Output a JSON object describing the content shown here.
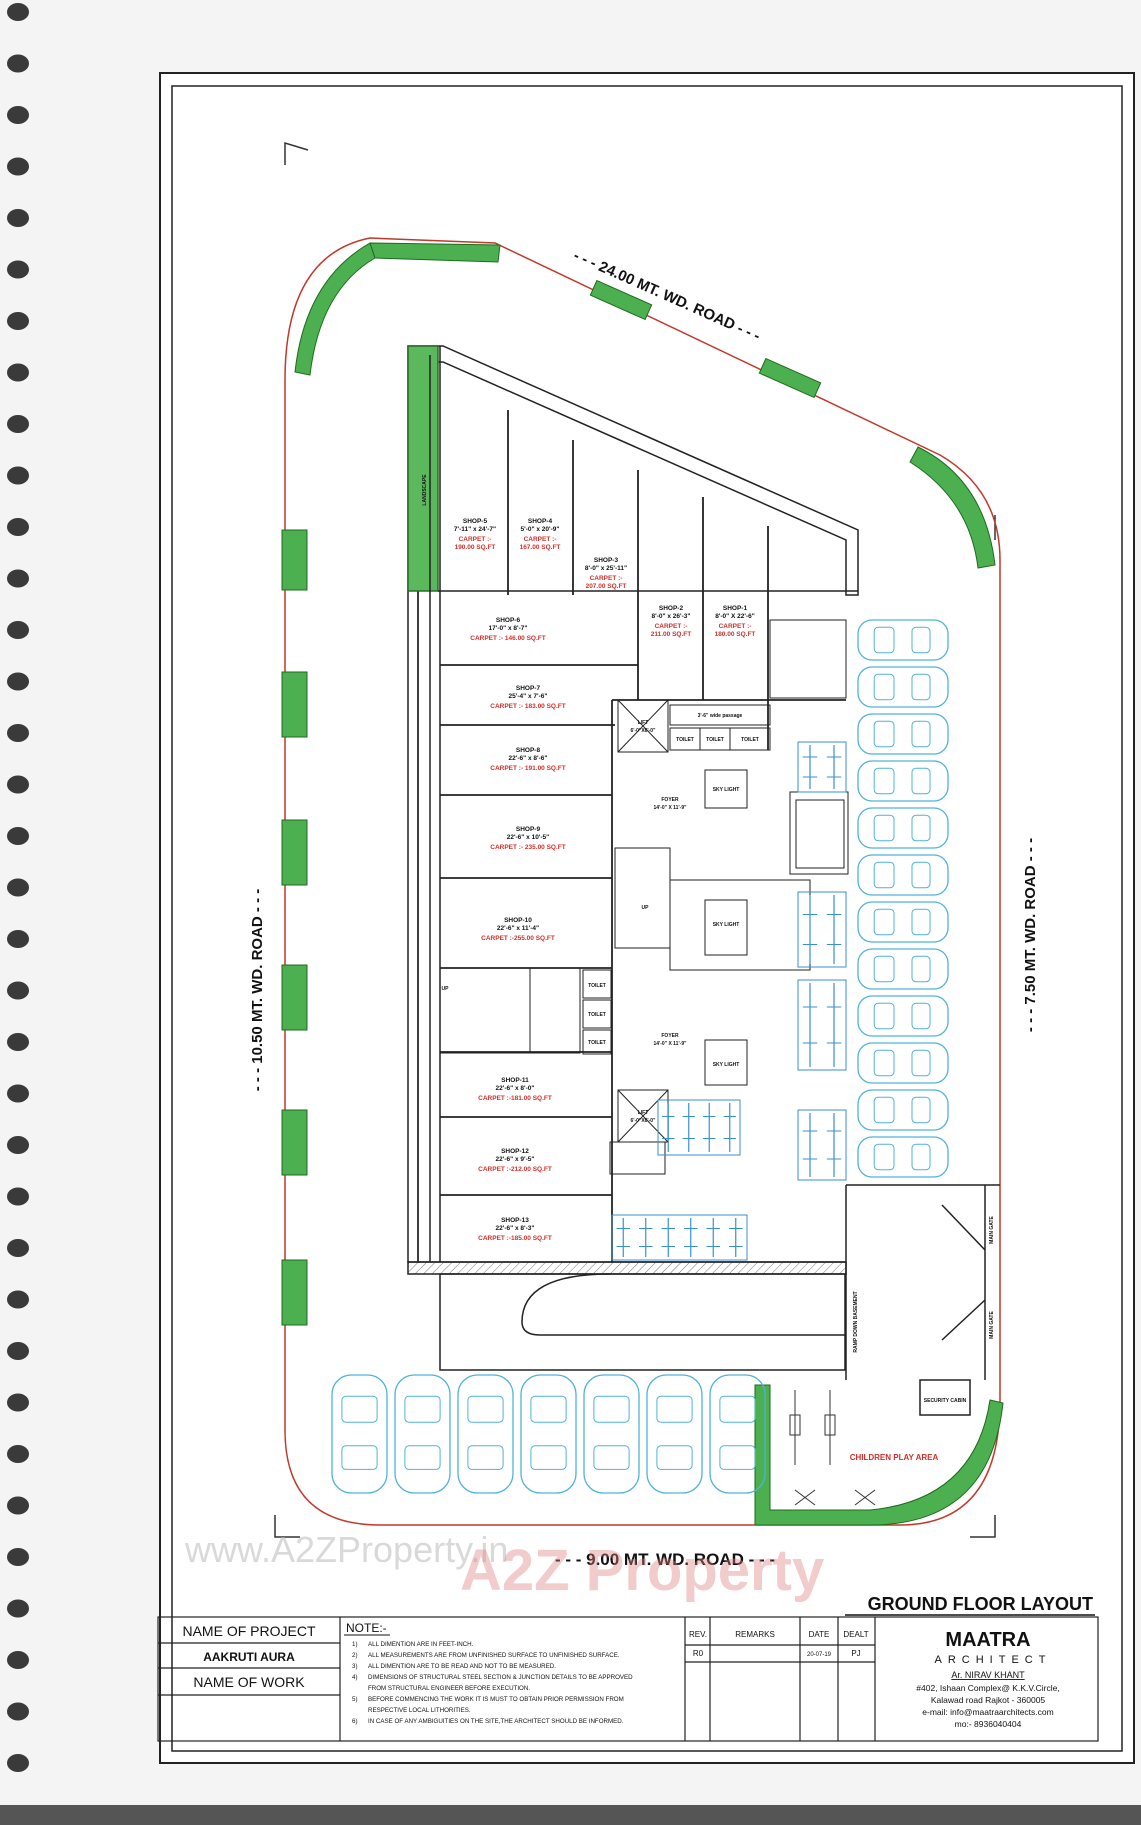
{
  "roads": {
    "top": "- - - 24.00 MT. WD. ROAD - - -",
    "left": "- - - 10.50 MT. WD. ROAD - - -",
    "right": "- - - 7.50 MT. WD. ROAD - - -",
    "bottom": "- - - 9.00 MT. WD. ROAD - - -"
  },
  "shops": [
    {
      "name": "SHOP-5",
      "size": "7'-11\" x 24'-7\"",
      "carpet": "CARPET :-",
      "area": "190.00 SQ.FT"
    },
    {
      "name": "SHOP-4",
      "size": "5'-0\" x 20'-9\"",
      "carpet": "CARPET :-",
      "area": "167.00 SQ.FT"
    },
    {
      "name": "SHOP-3",
      "size": "8'-0\" x 25'-11\"",
      "carpet": "CARPET :-",
      "area": "207.00 SQ.FT"
    },
    {
      "name": "SHOP-2",
      "size": "8'-0\" x 26'-3\"",
      "carpet": "CARPET :-",
      "area": "211.00 SQ.FT"
    },
    {
      "name": "SHOP-1",
      "size": "8'-0\" X 22'-6\"",
      "carpet": "CARPET :-",
      "area": "180.00 SQ.FT"
    },
    {
      "name": "SHOP-6",
      "size": "17'-0\" x 8'-7\"",
      "carpet": "CARPET :- 146.00 SQ.FT",
      "area": ""
    },
    {
      "name": "SHOP-7",
      "size": "25'-4\" x 7'-6\"",
      "carpet": "CARPET :- 183.00 SQ.FT",
      "area": ""
    },
    {
      "name": "SHOP-8",
      "size": "22'-6\" x 8'-6\"",
      "carpet": "CARPET :- 191.00 SQ.FT",
      "area": ""
    },
    {
      "name": "SHOP-9",
      "size": "22'-6\" x 10'-5\"",
      "carpet": "CARPET :- 235.00 SQ.FT",
      "area": ""
    },
    {
      "name": "SHOP-10",
      "size": "22'-6\" x 11'-4\"",
      "carpet": "CARPET :-255.00 SQ.FT",
      "area": ""
    },
    {
      "name": "SHOP-11",
      "size": "22'-6\" x 8'-0\"",
      "carpet": "CARPET :-181.00 SQ.FT",
      "area": ""
    },
    {
      "name": "SHOP-12",
      "size": "22'-6\" x 9'-5\"",
      "carpet": "CARPET :-212.00 SQ.FT",
      "area": ""
    },
    {
      "name": "SHOP-13",
      "size": "22'-6\" x 8'-3\"",
      "carpet": "CARPET :-185.00 SQ.FT",
      "area": ""
    }
  ],
  "labels": {
    "landscape": "LANDSCAPE",
    "lift": "LIFT",
    "lift_size": "6'-0\"X6'-0\"",
    "foyer": "FOYER",
    "foyer_size": "14'-0\" X 11'-9\"",
    "skylight": "SKY LIGHT",
    "toilet": "TOILET",
    "up": "UP",
    "ramp": "RAMP DOWN BASEMENT",
    "main_gate": "MAIN GATE",
    "security": "SECURITY CABIN",
    "children": "CHILDREN PLAY AREA",
    "passage": "3'-6\" wide passage",
    "layout_title": "GROUND FLOOR LAYOUT"
  },
  "watermark": {
    "url": "www.A2ZProperty.in",
    "brand": "A2Z Property"
  },
  "titleblock": {
    "name_of_project_label": "NAME OF PROJECT",
    "project": "AAKRUTI AURA",
    "name_of_work_label": "NAME OF WORK",
    "notes_label": "NOTE:-",
    "notes": [
      {
        "n": "1)",
        "t": "ALL DIMENTION ARE IN FEET-INCH."
      },
      {
        "n": "2)",
        "t": "ALL MEASUREMENTS ARE FROM UNFINISHED SURFACE TO UNFINISHED SURFACE."
      },
      {
        "n": "3)",
        "t": "ALL DIMENTION ARE TO BE READ AND NOT TO BE MEASURED."
      },
      {
        "n": "4)",
        "t": "DIMENSIONS OF STRUCTURAL STEEL SECTION & JUNCTION DETAILS TO BE APPROVED"
      },
      {
        "n": "",
        "t": "FROM STRUCTURAL ENGINEER BEFORE EXECUTION."
      },
      {
        "n": "5)",
        "t": "BEFORE COMMENCING THE WORK IT IS MUST TO OBTAIN PRIOR PERMISSION FROM"
      },
      {
        "n": "",
        "t": "RESPECTIVE LOCAL LITHORITIES."
      },
      {
        "n": "6)",
        "t": "IN CASE OF ANY AMBIGUITIES ON THE SITE,THE ARCHITECT SHOULD BE INFORMED."
      }
    ],
    "rev_label": "REV.",
    "remarks_label": "REMARKS",
    "date_label": "DATE",
    "dealt_label": "DEALT",
    "rev": "R0",
    "date": "20-07-19",
    "dealt": "PJ",
    "firm": "MAATRA",
    "firm_sub": "ARCHITECT",
    "architect": "Ar. NIRAV KHANT",
    "addr1": "#402, Ishaan Complex@ K.K.V.Circle,",
    "addr2": "Kalawad road Rajkot - 360005",
    "email": "e-mail: info@maatraarchitects.com",
    "mobile": "mo:- 8936040404"
  }
}
